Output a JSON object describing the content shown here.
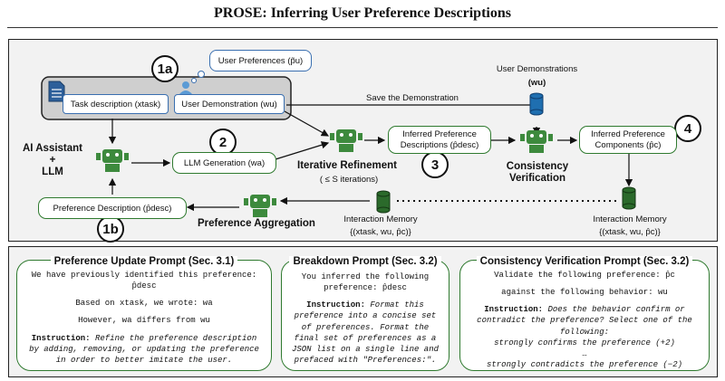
{
  "title": "PROSE: Inferring User Preference Descriptions",
  "diagram": {
    "user_preferences": "User Preferences (p̃u)",
    "circle_1a": "1a",
    "circle_1b": "1b",
    "circle_2": "2",
    "circle_3": "3",
    "circle_4": "4",
    "task_description": "Task description (xtask)",
    "user_demonstration": "User Demonstration (wu)",
    "ai_assistant": "AI Assistant\n+\nLLM",
    "llm_generation": "LLM Generation (wa)",
    "iterative_refinement": "Iterative Refinement",
    "iterations": "( ≤ S iterations)",
    "inferred_descriptions": "Inferred Preference\nDescriptions (p̂desc)",
    "consistency_verification": "Consistency\nVerification",
    "inferred_components": "Inferred Preference\nComponents (p̂c)",
    "save_demonstration": "Save the Demonstration",
    "user_demonstrations_label": "User Demonstrations",
    "user_demonstrations_sym": "(wu)",
    "preference_description": "Preference Description (p̂desc)",
    "preference_aggregation": "Preference Aggregation",
    "interaction_memory": "Interaction Memory",
    "interaction_memory_set": "{(xtask, wu, p̂c)}"
  },
  "prompts": {
    "update": {
      "title": "Preference Update Prompt (Sec. 3.1)",
      "line1": "We have previously identified this preference: p̂desc",
      "line2": "Based on xtask, we wrote: wa",
      "line3": "However, wa differs from wu",
      "instruction_label": "Instruction:",
      "instruction": "Refine the preference description by adding, removing, or updating the preference in order to better imitate the user."
    },
    "breakdown": {
      "title": "Breakdown Prompt (Sec. 3.2)",
      "line1": "You inferred the following preference: p̂desc",
      "instruction_label": "Instruction:",
      "instruction": "Format this preference into a concise set of preferences. Format the final set of preferences as a JSON list on a single line and prefaced with \"Preferences:\"."
    },
    "verify": {
      "title": "Consistency Verification Prompt (Sec. 3.2)",
      "line1": "Validate the following preference: p̂c",
      "line2": "against the following behavior: wu",
      "instruction_label": "Instruction:",
      "instruction": "Does the behavior confirm or contradict the preference? Select one of the following:",
      "option1": "strongly confirms the preference (+2)",
      "ellipsis": "…",
      "option2": "strongly contradicts the preference (−2)"
    }
  },
  "colors": {
    "green": "#2f7a2f",
    "blue": "#3a6fb0",
    "robot": "#3d8a3d"
  }
}
